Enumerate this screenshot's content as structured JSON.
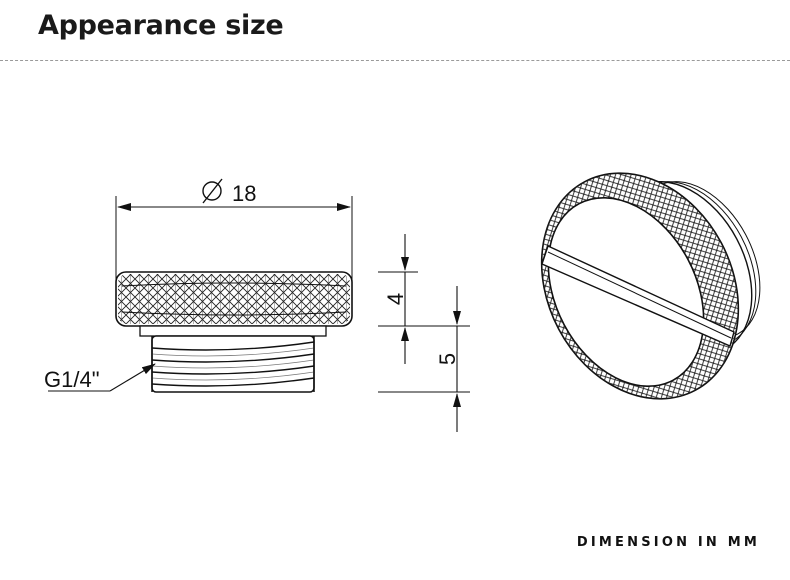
{
  "header": {
    "title": "Appearance size"
  },
  "dimensions": {
    "diameter": "18",
    "thread": "G1/4\"",
    "cap_height": "4",
    "thread_length": "5"
  },
  "footer": {
    "note": "DIMENSION IN MM"
  },
  "icons": {
    "diameter_symbol": "diameter-symbol-icon"
  }
}
